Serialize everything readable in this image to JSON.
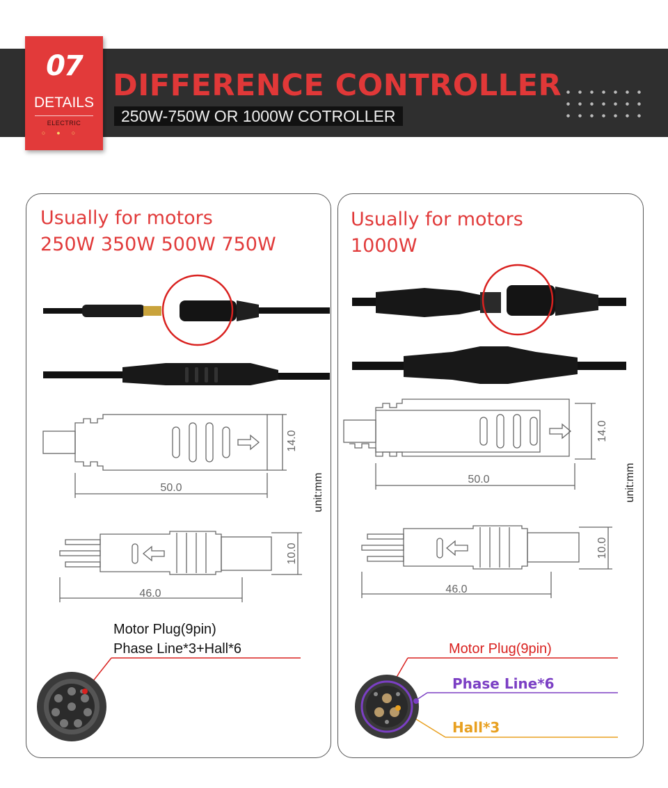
{
  "badge": {
    "number": "07",
    "label": "DETAILS",
    "tag": "ELECTRIC"
  },
  "header": {
    "title": "DIFFERENCE CONTROLLER",
    "subtitle": "250W-750W OR 1000W  COTROLLER"
  },
  "colors": {
    "accent": "#e13a3a",
    "banner": "#2f2f2f",
    "phase": "#7b3fc4",
    "hall": "#e8a020"
  },
  "left_panel": {
    "heading_line1": "Usually for motors",
    "heading_line2": "250W 350W 500W 750W",
    "dim_large_width": "50.0",
    "dim_large_height": "14.0",
    "dim_small_width": "46.0",
    "dim_small_height": "10.0",
    "unit": "unit:mm",
    "plug_label1": "Motor Plug(9pin)",
    "plug_label2": "Phase Line*3+Hall*6"
  },
  "right_panel": {
    "heading_line1": "Usually for motors",
    "heading_line2": "1000W",
    "dim_large_width": "50.0",
    "dim_large_height": "14.0",
    "dim_small_width": "46.0",
    "dim_small_height": "10.0",
    "unit": "unit:mm",
    "plug_label": "Motor Plug(9pin)",
    "phase_label": "Phase Line*6",
    "hall_label": "Hall*3"
  }
}
